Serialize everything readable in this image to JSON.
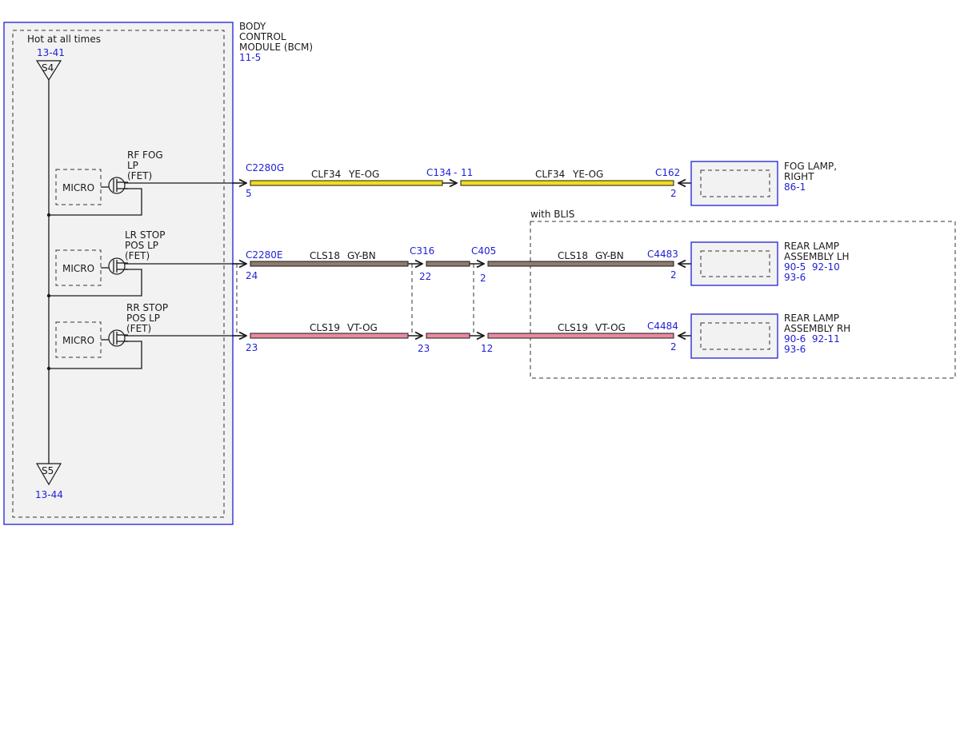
{
  "colors": {
    "ref_blue": "#1f1fd6",
    "module_fill": "#f2f2f2",
    "wire_yellow": "#f2dd1c",
    "wire_gray_brown": "#8e7a70",
    "wire_violet_orange": "#e88aa0",
    "line": "#1a1a1a"
  },
  "bcm": {
    "title_lines": [
      "BODY",
      "CONTROL",
      "MODULE (BCM)"
    ],
    "ref": "11-5",
    "hot_label": "Hot at all times",
    "s4_ref": "13-41",
    "s4_label": "S4",
    "s5_label": "S5",
    "s5_ref": "13-44",
    "micro_label": "MICRO",
    "fets": [
      {
        "lines": [
          "RF FOG",
          "LP",
          "(FET)"
        ]
      },
      {
        "lines": [
          "LR STOP",
          "POS LP",
          "(FET)"
        ]
      },
      {
        "lines": [
          "RR STOP",
          "POS LP",
          "(FET)"
        ]
      }
    ]
  },
  "circuits": [
    {
      "bcm_connector": "C2280G",
      "bcm_pin": "5",
      "wire_segments": [
        {
          "circuit": "CLF34",
          "color_code": "YE-OG"
        },
        {
          "circuit": "CLF34",
          "color_code": "YE-OG"
        }
      ],
      "inline_labels": [
        "C134",
        "11"
      ],
      "end_connector": "C162",
      "end_pin": "2",
      "component_lines": [
        "FOG LAMP,",
        "RIGHT"
      ],
      "component_refs": [
        "86-1"
      ]
    },
    {
      "bcm_connector": "C2280E",
      "bcm_pin": "24",
      "wire_segments": [
        {
          "circuit": "CLS18",
          "color_code": "GY-BN"
        },
        {
          "circuit": "CLS18",
          "color_code": "GY-BN"
        }
      ],
      "inline_connectors": [
        "C316",
        "C405"
      ],
      "inline_pins": [
        "22",
        "2"
      ],
      "end_connector": "C4483",
      "end_pin": "2",
      "component_lines": [
        "REAR LAMP",
        "ASSEMBLY LH"
      ],
      "component_refs": [
        "90-5  92-10",
        "93-6"
      ]
    },
    {
      "bcm_connector": "",
      "bcm_pin": "23",
      "wire_segments": [
        {
          "circuit": "CLS19",
          "color_code": "VT-OG"
        },
        {
          "circuit": "CLS19",
          "color_code": "VT-OG"
        }
      ],
      "inline_pins": [
        "23",
        "12"
      ],
      "end_connector": "C4484",
      "end_pin": "2",
      "component_lines": [
        "REAR LAMP",
        "ASSEMBLY RH"
      ],
      "component_refs": [
        "90-6  92-11",
        "93-6"
      ]
    }
  ],
  "blis_label": "with BLIS"
}
